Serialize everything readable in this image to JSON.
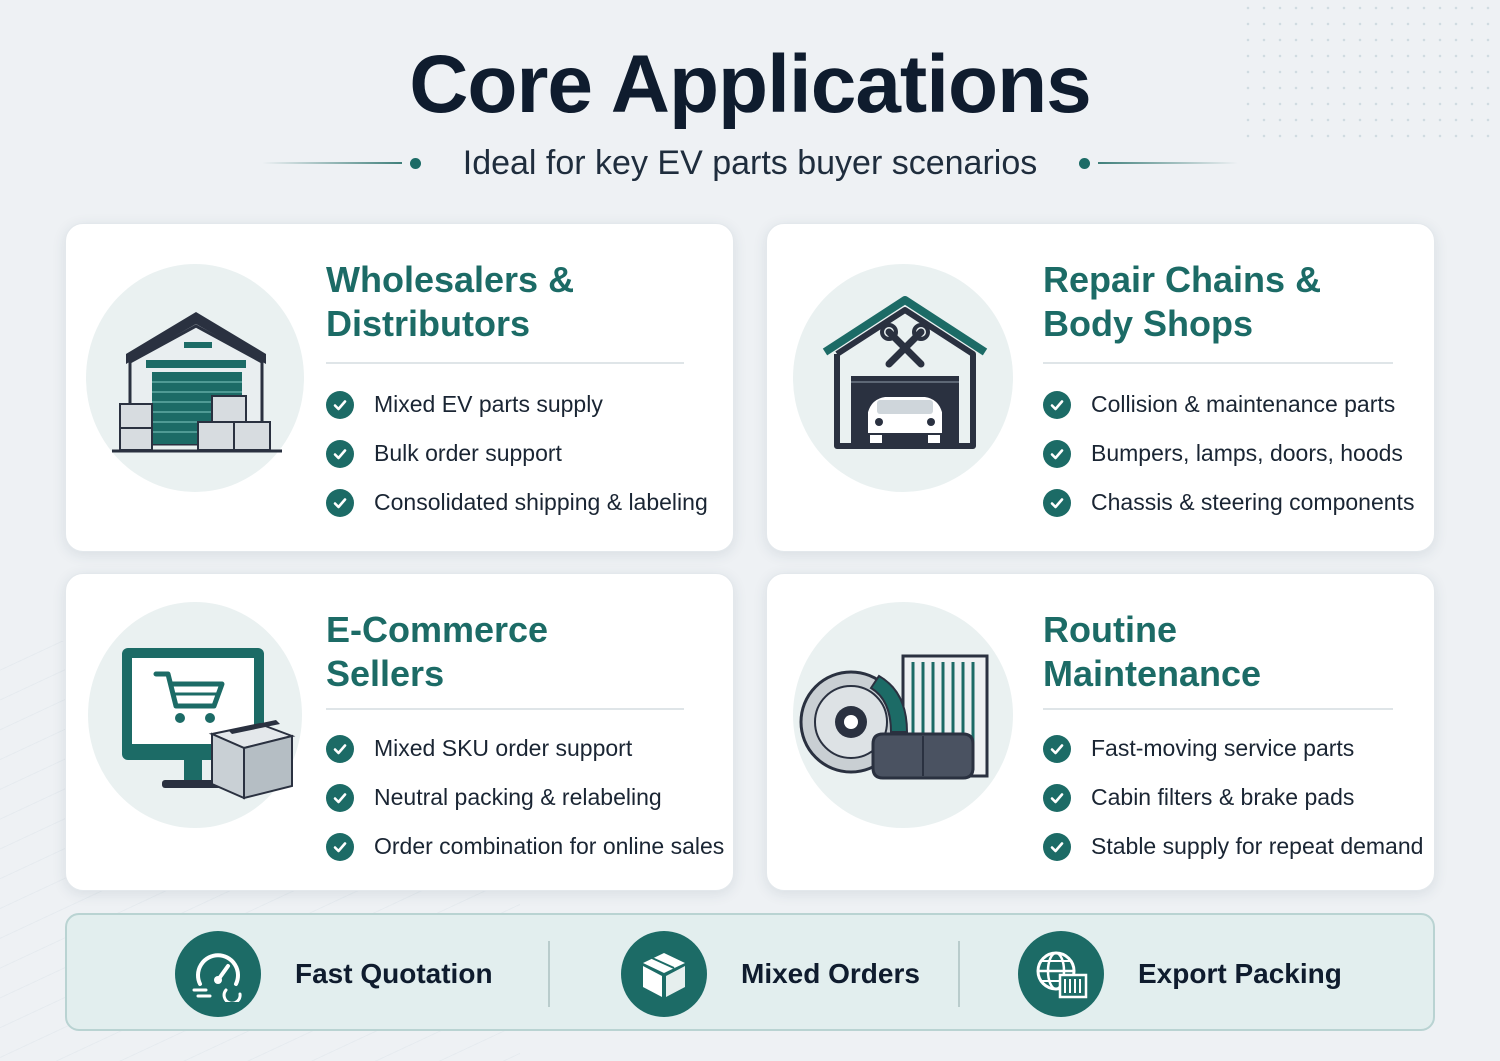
{
  "header": {
    "title": "Core Applications",
    "subtitle": "Ideal for key EV parts buyer scenarios"
  },
  "colors": {
    "accent": "#1c6b66",
    "title": "#0f1c2e",
    "background": "#eef1f4"
  },
  "cards": [
    {
      "title_line1": "Wholesalers &",
      "title_line2": "Distributors",
      "icon": "warehouse-icon",
      "bullets": [
        "Mixed EV parts supply",
        "Bulk order support",
        "Consolidated shipping & labeling"
      ]
    },
    {
      "title_line1": "Repair Chains &",
      "title_line2": "Body Shops",
      "icon": "garage-icon",
      "bullets": [
        "Collision & maintenance parts",
        "Bumpers, lamps, doors, hoods",
        "Chassis & steering components"
      ]
    },
    {
      "title_line1": "E-Commerce",
      "title_line2": "Sellers",
      "icon": "online-cart-icon",
      "bullets": [
        "Mixed SKU order support",
        "Neutral packing & relabeling",
        "Order combination for online sales"
      ]
    },
    {
      "title_line1": "Routine",
      "title_line2": "Maintenance",
      "icon": "brake-parts-icon",
      "bullets": [
        "Fast-moving service parts",
        "Cabin filters & brake pads",
        "Stable supply for repeat demand"
      ]
    }
  ],
  "features": [
    {
      "label": "Fast Quotation",
      "icon": "speedometer-icon"
    },
    {
      "label": "Mixed Orders",
      "icon": "box-icon"
    },
    {
      "label": "Export Packing",
      "icon": "globe-container-icon"
    }
  ]
}
